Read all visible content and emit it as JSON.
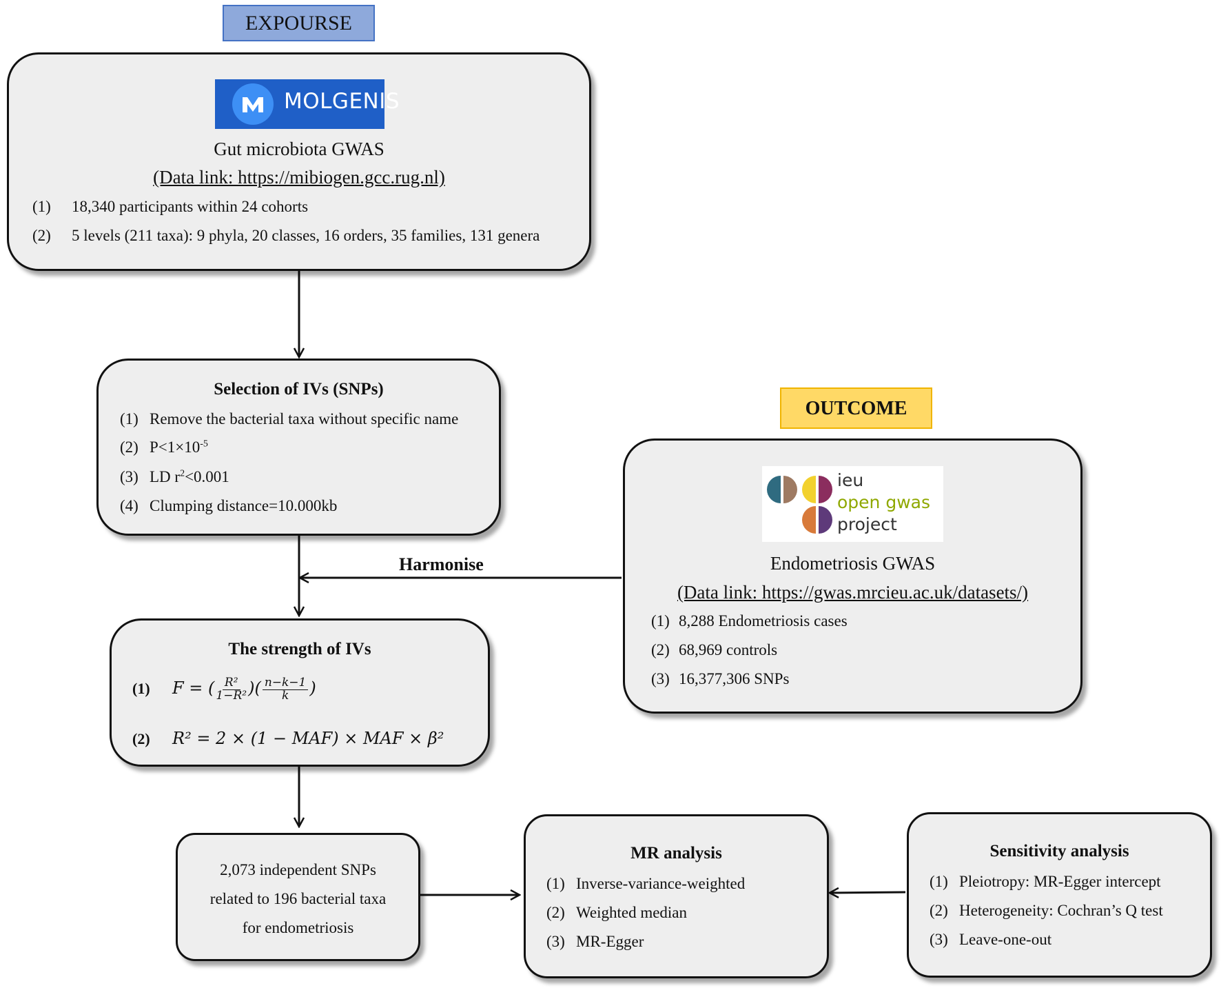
{
  "exposure_label": "EXPOURSE",
  "outcome_label": "OUTCOME",
  "harmonise_label": "Harmonise",
  "gut_box": {
    "logo_text": "MOLGENIS",
    "title": "Gut microbiota GWAS",
    "link": "(Data link: https://mibiogen.gcc.rug.nl)",
    "items": [
      {
        "num": "(1)",
        "text": "18,340 participants within 24 cohorts"
      },
      {
        "num": "(2)",
        "text": "5 levels (211 taxa): 9 phyla, 20 classes, 16 orders, 35 families, 131 genera"
      }
    ]
  },
  "selection_box": {
    "title": "Selection of IVs (SNPs)",
    "items": [
      {
        "num": "(1)",
        "text": "Remove the bacterial taxa without specific name"
      },
      {
        "num": "(2)",
        "text": "P<1×10",
        "sup": "-5"
      },
      {
        "num": "(3)",
        "text": "LD r",
        "sup": "2",
        "text2": "<0.001"
      },
      {
        "num": "(4)",
        "text": "Clumping distance=10.000kb"
      }
    ]
  },
  "strength_box": {
    "title": "The strength of IVs",
    "f1_num": "(1)",
    "f1_lhs": "F = (",
    "f1_frac1_top": "R²",
    "f1_frac1_bottom": "1−R²",
    "f1_mid": ")(",
    "f1_frac2_top": "n−k−1",
    "f1_frac2_bottom": "k",
    "f1_end": ")",
    "f2_num": "(2)",
    "f2_text": "R² = 2 × (1 − MAF) × MAF × β²"
  },
  "endo_box": {
    "logo_line1": "ieu",
    "logo_line2": "open gwas",
    "logo_line3": "project",
    "title": "Endometriosis GWAS",
    "link": "(Data link: https://gwas.mrcieu.ac.uk/datasets/)",
    "items": [
      {
        "num": "(1)",
        "text": "8,288 Endometriosis cases"
      },
      {
        "num": "(2)",
        "text": "68,969 controls"
      },
      {
        "num": "(3)",
        "text": "16,377,306 SNPs"
      }
    ]
  },
  "snps_box": {
    "lines": [
      "2,073 independent SNPs",
      "related to 196 bacterial taxa",
      "for endometriosis"
    ]
  },
  "mr_box": {
    "title": "MR analysis",
    "items": [
      {
        "num": "(1)",
        "text": "Inverse-variance-weighted"
      },
      {
        "num": "(2)",
        "text": "Weighted median"
      },
      {
        "num": "(3)",
        "text": "MR-Egger"
      }
    ]
  },
  "sens_box": {
    "title": "Sensitivity analysis",
    "items": [
      {
        "num": "(1)",
        "text": "Pleiotropy: MR-Egger intercept"
      },
      {
        "num": "(2)",
        "text": "Heterogeneity: Cochran’s Q test"
      },
      {
        "num": "(3)",
        "text": "Leave-one-out"
      }
    ]
  },
  "colors": {
    "exposure_fill": "#8ea9db",
    "exposure_border": "#4472c4",
    "outcome_fill": "#ffd966",
    "outcome_border": "#f0b400",
    "molgenis_blue": "#1f5fc7"
  }
}
